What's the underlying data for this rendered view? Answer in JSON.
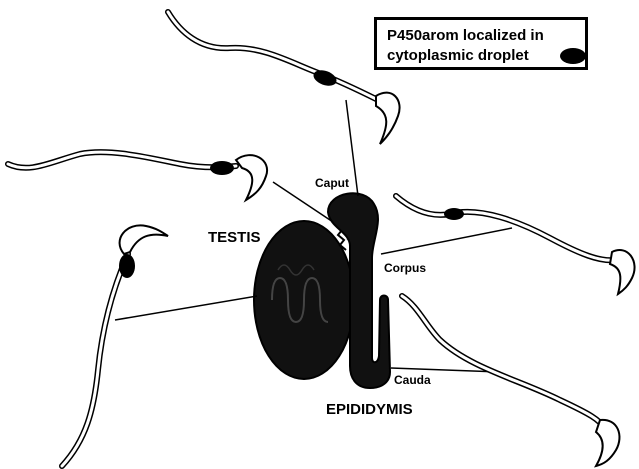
{
  "legend": {
    "line1": "P450arom localized in",
    "line2": "cytoplasmic droplet",
    "marker_icon": "black-ellipse-droplet"
  },
  "labels": {
    "testis": "TESTIS",
    "epididymis": "EPIDIDYMIS",
    "caput": "Caput",
    "corpus": "Corpus",
    "cauda": "Cauda"
  },
  "colors": {
    "ink": "#000000",
    "organ_fill": "#111111",
    "background": "#ffffff"
  }
}
